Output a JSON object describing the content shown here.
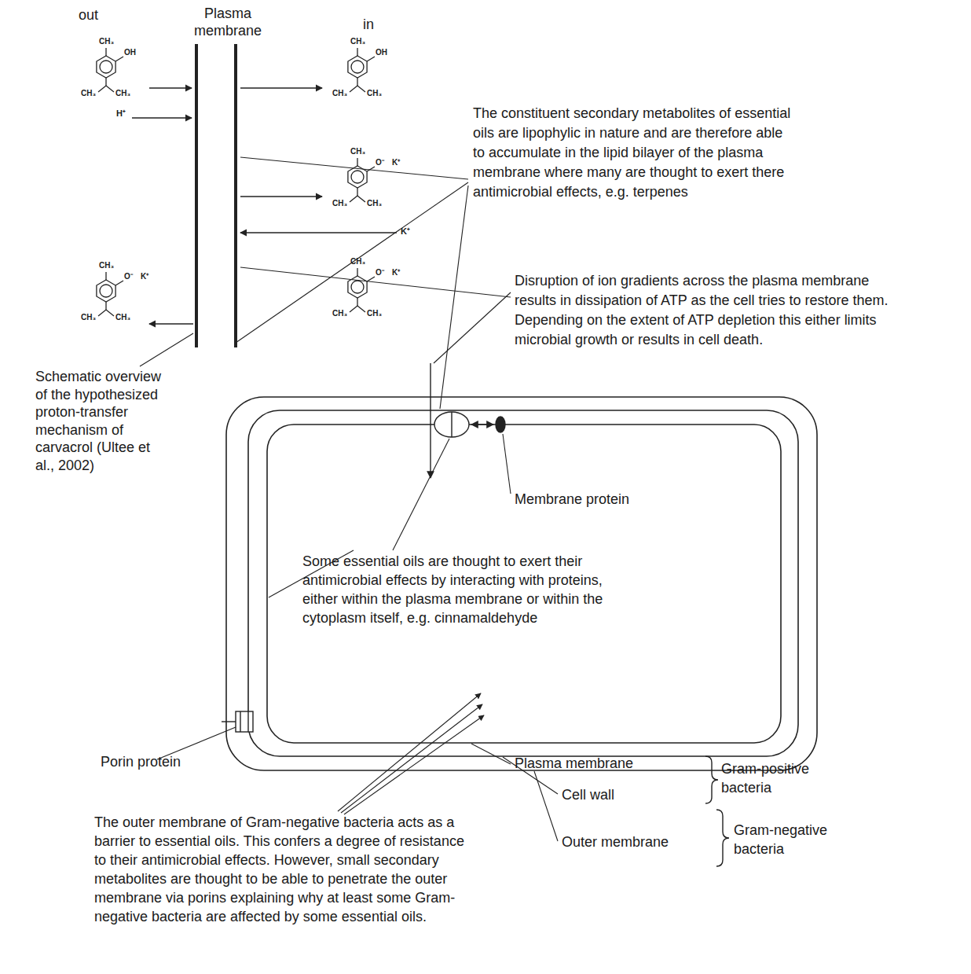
{
  "diagram": {
    "labels": [
      "out",
      "Plasma membrane",
      "in",
      "CH₃",
      "OH",
      "CH₃",
      "CH₃",
      "CH₃",
      "O⁻",
      "CH₃",
      "CH₃",
      "CH₃",
      "OH",
      "CH₃",
      "CH₃",
      "CH₃",
      "O⁻",
      "CH₃",
      "CH₃",
      "CH₃",
      "O⁻",
      "CH₃",
      "CH₃",
      "K⁺",
      "K⁺",
      "K⁺",
      "H⁺",
      "K⁺",
      "The constituent secondary metabolites of essential oils are lipophylic in nature and are therefore able to accumulate in the lipid bilayer of the plasma membrane where many are thought to exert there antimicrobial effects, e.g. terpenes",
      "Disruption of ion gradients across the plasma membrane results in dissipation of ATP as the cell tries to restore them. Depending on the extent of ATP depletion this either limits microbial growth or results in cell death.",
      "Schematic overview of the hypothesized proton-transfer mechanism of carvacrol (Ultee et al., 2002)",
      "Membrane protein",
      "Some essential oils are thought to exert their antimicrobial effects by interacting with proteins, either within the plasma membrane or within the cytoplasm itself, e.g. cinnamaldehyde",
      "Porin protein",
      "Plasma membrane",
      "Cell wall",
      "Outer membrane",
      "Gram-positive bacteria",
      "Gram-negative bacteria",
      "The outer membrane of Gram-negative bacteria acts as a barrier to essential oils. This confers a degree of resistance to their antimicrobial effects. However, small secondary metabolites are thought to be able to penetrate the outer membrane via porins explaining why at least some Gram-negative bacteria are affected by some essential oils."
    ]
  }
}
